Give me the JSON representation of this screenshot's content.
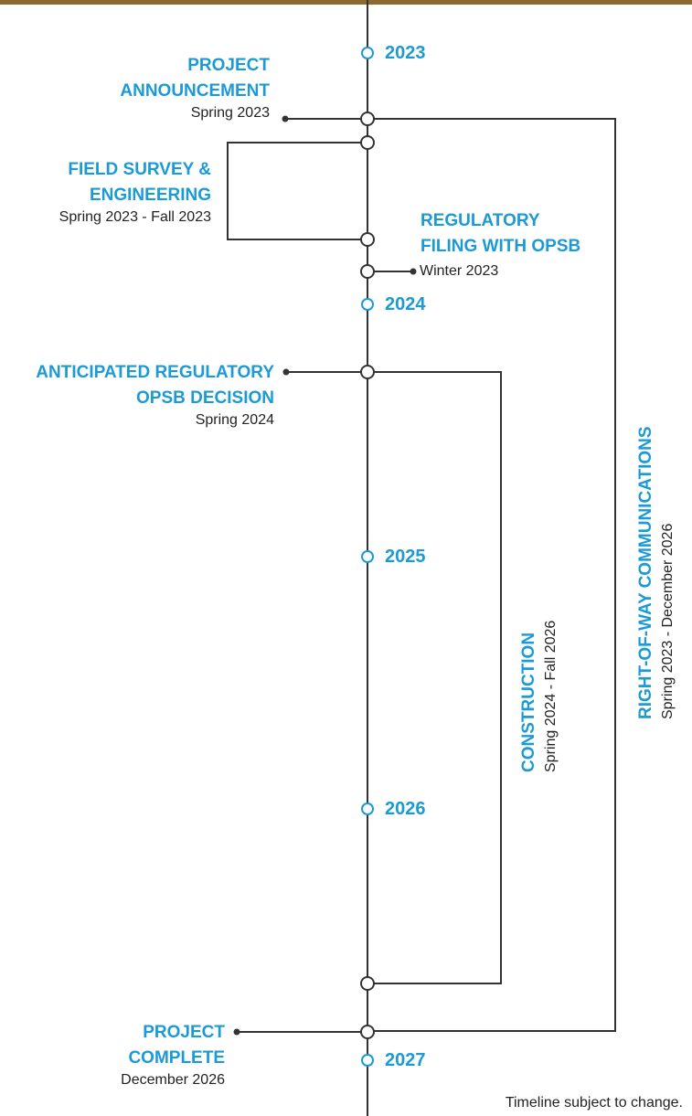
{
  "colors": {
    "accent": "#1b9ad6",
    "text": "#222222",
    "line": "#333333",
    "header_band": "#8a6a2f"
  },
  "years": {
    "y2023": "2023",
    "y2024": "2024",
    "y2025": "2025",
    "y2026": "2026",
    "y2027": "2027"
  },
  "milestones": {
    "project_announcement": {
      "title_line1": "PROJECT",
      "title_line2": "ANNOUNCEMENT",
      "date": "Spring 2023"
    },
    "field_survey": {
      "title_line1": "FIELD SURVEY &",
      "title_line2": "ENGINEERING",
      "date": "Spring 2023 - Fall 2023"
    },
    "regulatory_filing": {
      "title_line1": "REGULATORY",
      "title_line2": "FILING WITH OPSB",
      "date": "Winter 2023"
    },
    "opsb_decision": {
      "title_line1": "ANTICIPATED REGULATORY",
      "title_line2": "OPSB DECISION",
      "date": "Spring 2024"
    },
    "construction": {
      "title": "CONSTRUCTION",
      "date": "Spring 2024 - Fall 2026"
    },
    "right_of_way": {
      "title": "RIGHT-OF-WAY COMMUNICATIONS",
      "date": "Spring 2023 - December 2026"
    },
    "project_complete": {
      "title_line1": "PROJECT",
      "title_line2": "COMPLETE",
      "date": "December 2026"
    }
  },
  "footnote": "Timeline subject to change."
}
